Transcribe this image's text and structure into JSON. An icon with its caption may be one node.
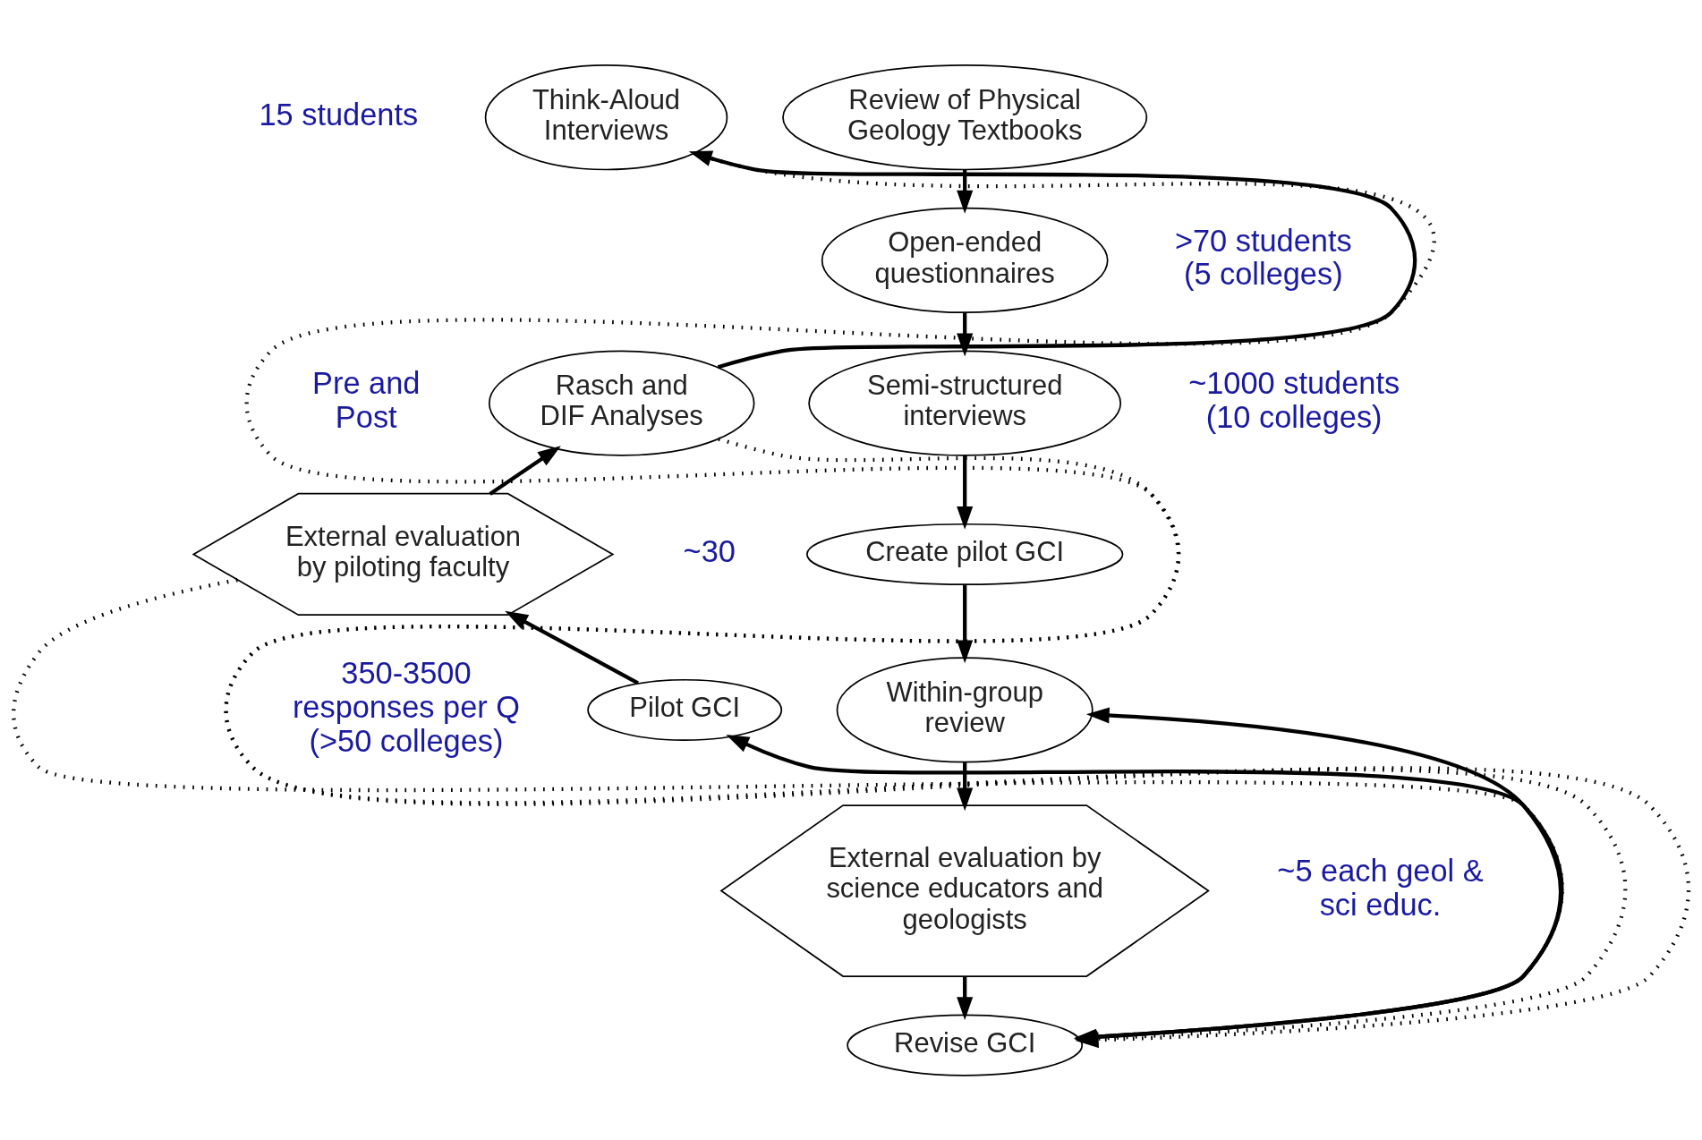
{
  "diagram": {
    "nodes": [
      {
        "text": [
          "Review of Physical Geology Textbooks"
        ]
      },
      {
        "text": [
          "Open-ended questionnaires"
        ],
        "beside": [
          ">70 students (5 colleges)"
        ]
      },
      {
        "text": [
          "Semi-structured interviews"
        ],
        "beside": [
          "~1000 students (10 colleges)"
        ]
      },
      {
        "text": [
          "Create pilot GCI"
        ]
      },
      {
        "text": [
          "Within-group review"
        ]
      },
      {
        "text": [
          "External evaluation by science educators and geologists"
        ],
        "beside": [
          "~5 each geol & sci educ."
        ]
      },
      {
        "text": [
          "Revise GCI"
        ]
      },
      {
        "text": [
          "Pilot GCI"
        ],
        "beside": [
          "350-3500 responses per Q (>50 colleges)"
        ]
      },
      {
        "text": [
          "External evaluation by piloting faculty"
        ],
        "beside": [
          "~30"
        ]
      },
      {
        "text": [
          "Rasch and DIF Analyses"
        ],
        "beside": [
          "Pre and Post"
        ]
      },
      {
        "text": [
          "Think-Aloud Interviews"
        ],
        "beside": [
          "15 students"
        ]
      }
    ],
    "edges": [
      {
        "from": 0,
        "to": 1,
        "arrow": "to"
      },
      {
        "from": 1,
        "to": 2,
        "arrow": "to"
      },
      {
        "from": 2,
        "to": 3,
        "arrow": "to"
      },
      {
        "from": 3,
        "to": 4,
        "arrow": "to"
      },
      {
        "from": 4,
        "to": 5,
        "arrow": "to"
      },
      {
        "from": 5,
        "to": 6,
        "arrow": "to"
      },
      {
        "from": 6,
        "to": 7,
        "arrow": "to"
      },
      {
        "from": 7,
        "to": 8,
        "arrow": "to"
      },
      {
        "from": 8,
        "to": 9,
        "arrow": "to"
      },
      {
        "from": 9,
        "to": 10,
        "arrow": "to"
      },
      {
        "from": 10,
        "to": 6,
        "arrow": "to",
        "style": "dashed"
      },
      {
        "from": 9,
        "to": 6,
        "arrow": "to",
        "style": "dashed"
      },
      {
        "from": 8,
        "to": 6,
        "arrow": "to",
        "style": "dashed"
      },
      {
        "from": 6,
        "to": 4,
        "arrow": "to"
      }
    ]
  }
}
